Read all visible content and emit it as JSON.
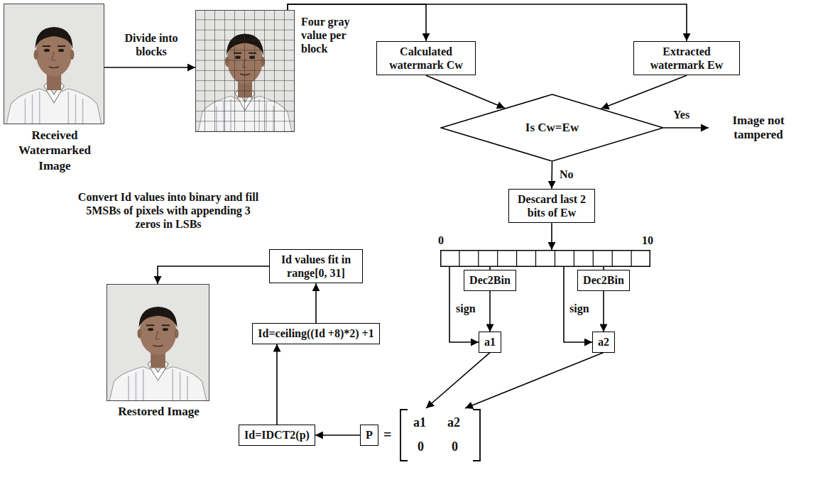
{
  "diagram": {
    "nodes": [
      {
        "text": [
          "Received Watermarked Image"
        ]
      },
      {
        "text": [
          "Four gray value per block"
        ]
      },
      {
        "text": [
          "Calculated watermark Cw"
        ]
      },
      {
        "text": [
          "Extracted watermark Ew"
        ]
      },
      {
        "text": [
          "Is Cw=Ew"
        ]
      },
      {
        "text": [
          "Image not tampered"
        ]
      },
      {
        "text": [
          "Descard last 2 bits of Ew"
        ]
      },
      {
        "text": [
          "0",
          "10"
        ]
      },
      {
        "text": [
          "Dec2Bin"
        ]
      },
      {
        "text": [
          "Dec2Bin"
        ]
      },
      {
        "text": [
          "a1"
        ]
      },
      {
        "text": [
          "a2"
        ]
      },
      {
        "text": [
          "P"
        ]
      },
      {
        "text": [
          "a1",
          "a2",
          "0",
          "0"
        ]
      },
      {
        "text": [
          "Id=IDCT2(p)"
        ]
      },
      {
        "text": [
          "Id=ceiling((Id +8)*2) +1"
        ]
      },
      {
        "text": [
          "Id values fit in range[0, 31]"
        ]
      },
      {
        "text": [
          "Restored Image"
        ]
      }
    ],
    "edges": [
      {
        "from": 0,
        "to": 1,
        "arrow": "to",
        "label": "Divide into blocks"
      },
      {
        "from": 1,
        "to": 2,
        "arrow": "to"
      },
      {
        "from": 1,
        "to": 3,
        "arrow": "to"
      },
      {
        "from": 2,
        "to": 4,
        "arrow": "to"
      },
      {
        "from": 3,
        "to": 4,
        "arrow": "to"
      },
      {
        "from": 4,
        "to": 5,
        "arrow": "to",
        "label": "Yes"
      },
      {
        "from": 4,
        "to": 6,
        "arrow": "to",
        "label": "No"
      },
      {
        "from": 6,
        "to": 7,
        "arrow": "to"
      },
      {
        "from": 7,
        "to": 8,
        "arrow": "none"
      },
      {
        "from": 7,
        "to": 9,
        "arrow": "none"
      },
      {
        "from": 7,
        "to": 10,
        "arrow": "to",
        "label": "sign"
      },
      {
        "from": 8,
        "to": 10,
        "arrow": "to"
      },
      {
        "from": 7,
        "to": 11,
        "arrow": "to",
        "label": "sign"
      },
      {
        "from": 9,
        "to": 11,
        "arrow": "to"
      },
      {
        "from": 10,
        "to": 13,
        "arrow": "to"
      },
      {
        "from": 11,
        "to": 13,
        "arrow": "to"
      },
      {
        "from": 12,
        "to": 14,
        "arrow": "to"
      },
      {
        "from": 14,
        "to": 15,
        "arrow": "to"
      },
      {
        "from": 15,
        "to": 16,
        "arrow": "to"
      },
      {
        "from": 16,
        "to": 17,
        "arrow": "to",
        "label": "Convert Id values into binary and fill 5MSBs of pixels with appending 3 zeros in LSBs"
      }
    ],
    "labels": [
      "="
    ]
  }
}
